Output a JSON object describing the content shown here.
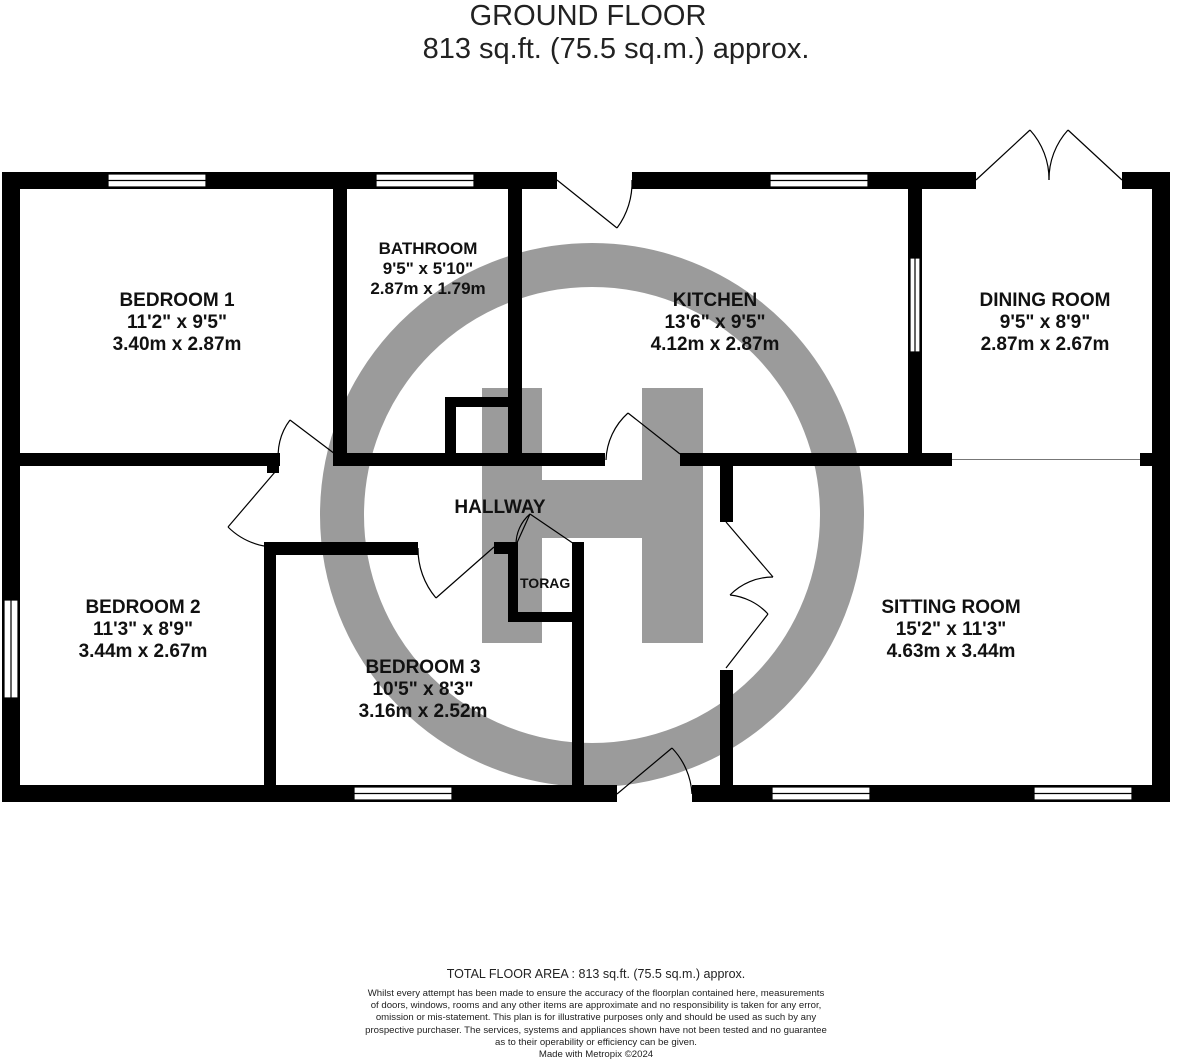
{
  "header": {
    "floor": "GROUND FLOOR",
    "area": "813 sq.ft. (75.5 sq.m.) approx."
  },
  "rooms": {
    "bedroom1": {
      "name": "BEDROOM 1",
      "imperial": "11'2\"  x 9'5\"",
      "metric": "3.40m  x 2.87m"
    },
    "bathroom": {
      "name": "BATHROOM",
      "imperial": "9'5\"  x 5'10\"",
      "metric": "2.87m  x 1.79m"
    },
    "kitchen": {
      "name": "KITCHEN",
      "imperial": "13'6\"  x 9'5\"",
      "metric": "4.12m  x 2.87m"
    },
    "dining": {
      "name": "DINING ROOM",
      "imperial": "9'5\"  x 8'9\"",
      "metric": "2.87m  x 2.67m"
    },
    "hallway": {
      "name": "HALLWAY"
    },
    "storage": {
      "name": "TORAG"
    },
    "bedroom2": {
      "name": "BEDROOM 2",
      "imperial": "11'3\"  x 8'9\"",
      "metric": "3.44m  x 2.67m"
    },
    "bedroom3": {
      "name": "BEDROOM 3",
      "imperial": "10'5\"  x 8'3\"",
      "metric": "3.16m  x 2.52m"
    },
    "sitting": {
      "name": "SITTING ROOM",
      "imperial": "15'2\"  x 11'3\"",
      "metric": "4.63m  x 3.44m"
    }
  },
  "footer": {
    "total": "TOTAL FLOOR AREA : 813 sq.ft. (75.5 sq.m.) approx.",
    "disclaimer": [
      "Whilst every attempt has been made to ensure the accuracy of the floorplan contained here, measurements",
      "of doors, windows, rooms and any other items are approximate and no responsibility is taken for any error,",
      "omission or mis-statement. This plan is for illustrative purposes only and should be used as such by any",
      "prospective purchaser. The services, systems and appliances shown have not been tested and no guarantee",
      "as to their operability or efficiency can be given."
    ],
    "credit": "Made with Metropix ©2024"
  },
  "colors": {
    "wall": "#000000",
    "watermark": "#9b9b9b",
    "window": "#ffffff",
    "text": "#111111"
  },
  "watermark_icon": "h-logo-watermark"
}
